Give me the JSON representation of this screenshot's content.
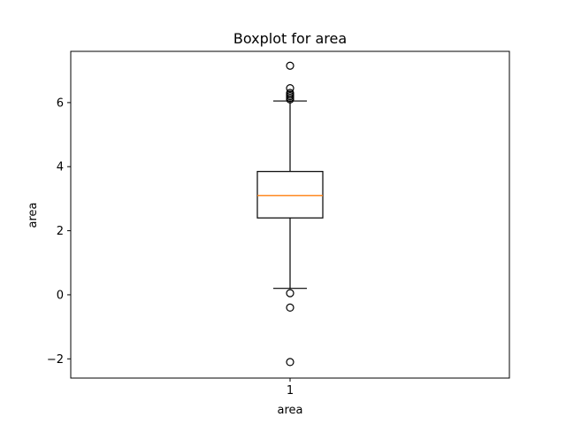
{
  "chart_data": {
    "type": "boxplot",
    "title": "Boxplot for area",
    "xlabel": "area",
    "ylabel": "area",
    "categories": [
      "1"
    ],
    "ylim": [
      -2.6,
      7.6
    ],
    "yticks": [
      -2,
      0,
      2,
      4,
      6
    ],
    "ytick_labels": [
      "−2",
      "0",
      "2",
      "4",
      "6"
    ],
    "boxes": [
      {
        "category": "1",
        "whisker_low": 0.2,
        "q1": 2.4,
        "median": 3.1,
        "q3": 3.85,
        "whisker_high": 6.05,
        "outliers": [
          7.15,
          6.45,
          6.3,
          6.25,
          6.2,
          6.15,
          6.1,
          0.05,
          -0.4,
          -2.1
        ]
      }
    ],
    "colors": {
      "box": "#000000",
      "median": "#ff7f0e",
      "outlier": "#000000"
    },
    "grid": false,
    "legend": "none"
  }
}
